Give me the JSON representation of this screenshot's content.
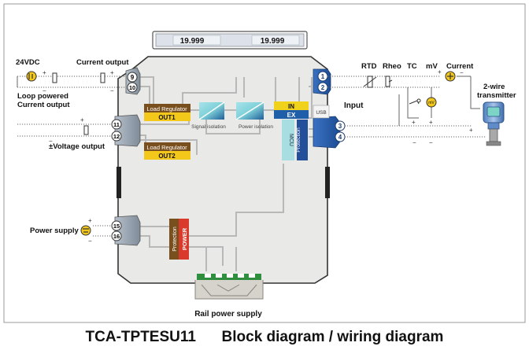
{
  "display": {
    "reading1": "19.999",
    "reading2": "19.999"
  },
  "left_labels": {
    "supply_24v": "24VDC",
    "current_output": "Current output",
    "loop_powered_1": "Loop powered",
    "loop_powered_2": "Current output",
    "voltage_output": "±Voltage output",
    "power_supply": "Power supply"
  },
  "right_labels": {
    "rtd": "RTD",
    "rheo": "Rheo",
    "tc": "TC",
    "mv": "mV",
    "current": "Current",
    "input": "Input",
    "two_wire_1": "2-wire",
    "two_wire_2": "transmitter",
    "mv_badge": "mV",
    "usb": "USB"
  },
  "terminals": {
    "left": [
      "9",
      "10",
      "11",
      "12",
      "15",
      "16"
    ],
    "right": [
      "1",
      "2",
      "3",
      "4"
    ]
  },
  "blocks": {
    "load_regulator_1": "Load Regulator",
    "out1": "OUT1",
    "load_regulator_2": "Load Regulator",
    "out2": "OUT2",
    "signal_isolation": "Signal isolation",
    "power_isolation": "Power isolation",
    "in": "IN",
    "ex": "EX",
    "mcu": "MCU",
    "protection_right": "Protection",
    "protection_bottom": "Protection",
    "power": "POWER"
  },
  "signs": {
    "plus": "+",
    "minus": "−"
  },
  "rail_label": "Rail power supply",
  "caption": {
    "model": "TCA-TPTESU11",
    "subtitle": "Block diagram / wiring diagram"
  },
  "colors": {
    "housing": "#e9e9e7",
    "terminal_blue": "#2a5fae",
    "terminal_gray": "#8d9aa6",
    "load_reg_brown": "#7a4f1e",
    "out_yellow": "#f3c81b",
    "iso_cyan": "#7fd0d9",
    "iso_blue": "#1f5f9a",
    "in_yellow": "#f0d21c",
    "ex_blue": "#1f5fa9",
    "protection_blue": "#234e9a",
    "protection_brown": "#7a4f1e",
    "power_red": "#d93a2b",
    "rail_green": "#2f8f3f"
  }
}
